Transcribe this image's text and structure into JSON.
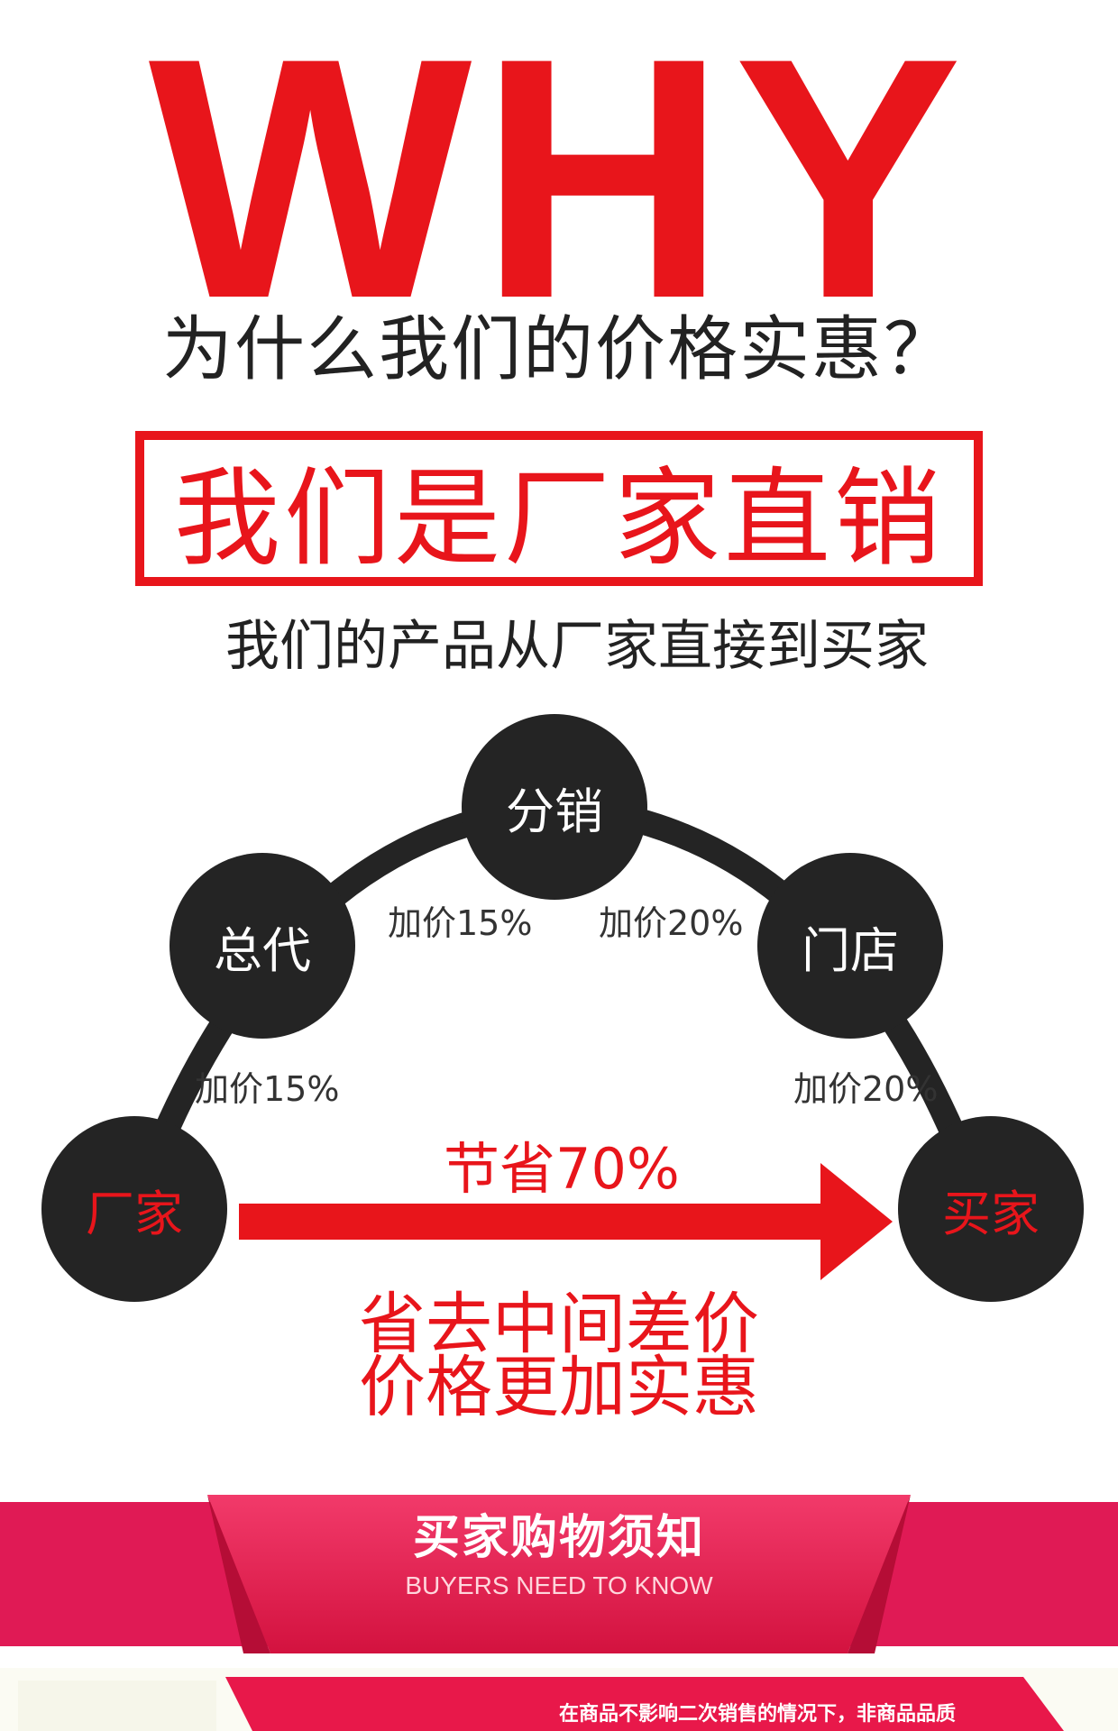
{
  "hero": {
    "big_title": "WHY",
    "question": "为什么我们的价格实惠？",
    "boxed_claim": "我们是厂家直销",
    "subtitle": "我们的产品从厂家直接到买家"
  },
  "flow": {
    "nodes": {
      "factory": "厂家",
      "general_agent": "总代",
      "distribution": "分销",
      "store": "门店",
      "buyer": "买家"
    },
    "markups": {
      "factory_to_agent": "加价15%",
      "agent_to_distribution": "加价15%",
      "distribution_to_store": "加价20%",
      "store_to_buyer": "加价20%"
    },
    "savings": "节省70%",
    "slogan_line1": "省去中间差价",
    "slogan_line2": "价格更加实惠"
  },
  "banner": {
    "title": "买家购物须知",
    "subtitle": "BUYERS NEED TO KNOW"
  },
  "notice": {
    "text": "在商品不影响二次销售的情况下，非商品品质"
  },
  "colors": {
    "accent_red": "#e8151b",
    "node_dark": "#242424",
    "banner_pink": "#e01a55"
  }
}
